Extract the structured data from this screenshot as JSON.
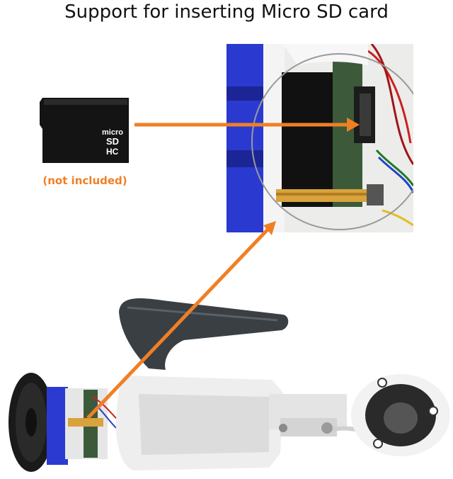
{
  "header": {
    "title": "Support for inserting Micro SD card"
  },
  "sd_card": {
    "logo_top": "micro",
    "logo_bottom": "SD",
    "capacity_mark": "HC",
    "note": "(not included)"
  },
  "colors": {
    "accent": "#f07f24",
    "card_body": "#141414",
    "pcb_green": "#3c5a3a",
    "housing_white": "#eeeeee",
    "sunshield_grey": "#3a3f44",
    "foam_blue": "#2b3bd1"
  },
  "icons": {
    "pointer_arrow_1": "arrow-right",
    "pointer_arrow_2": "arrow-up-right"
  }
}
